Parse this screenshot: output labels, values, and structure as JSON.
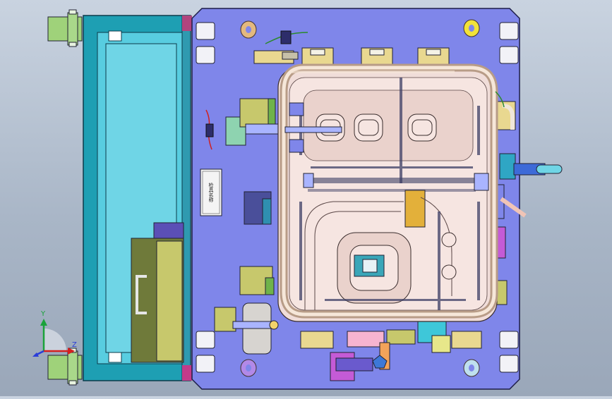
{
  "viewport": {
    "background_top": "#c9d3e0",
    "background_bottom": "#9aa7b9"
  },
  "model": {
    "base_plate_color": "#7f86ea",
    "frame_color": "#1e9fb3",
    "inner_frame_color": "#58cde0",
    "handle_block_color": "#9fd27a",
    "tray_color": "#c7c86c",
    "tray_dark_color": "#6f7a3a",
    "pipe_color": "#e9d4c2",
    "part_fill_color": "#f0ddd9",
    "slot_color": "#3d3f66",
    "nameplate_text": "检具名称"
  },
  "triad": {
    "y_label": "Y",
    "z_label": "Z",
    "x_color": "#2a3dd8",
    "y_color": "#1aa23a",
    "z_color": "#d42020"
  }
}
